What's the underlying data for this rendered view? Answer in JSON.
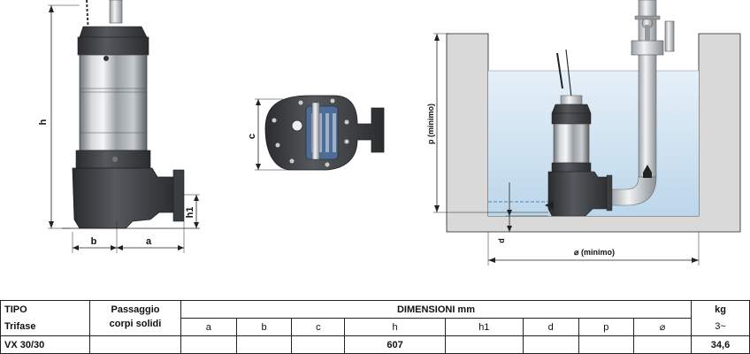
{
  "diagram_labels": {
    "h": "h",
    "h1": "h1",
    "a": "a",
    "b": "b",
    "c": "c",
    "p": "p  (minimo)",
    "d": "d",
    "diameter": "⌀  (minimo)"
  },
  "table": {
    "tipo": "TIPO",
    "trifase": "Trifase",
    "passaggio": "Passaggio",
    "corpi_solidi": "corpi solidi",
    "dimensioni": "DIMENSIONI mm",
    "kg": "kg",
    "phase": "3~",
    "columns": [
      "a",
      "b",
      "c",
      "h",
      "h1",
      "d",
      "p",
      "⌀"
    ],
    "partial_row": {
      "tipo": "VX 30/30",
      "h": "607",
      "kg": "34,6"
    }
  },
  "colors": {
    "water": "#cfe4f2",
    "concrete": "#d9d9d9",
    "pump_dark": "#3a3d40",
    "steel": "#b8bcc0"
  }
}
